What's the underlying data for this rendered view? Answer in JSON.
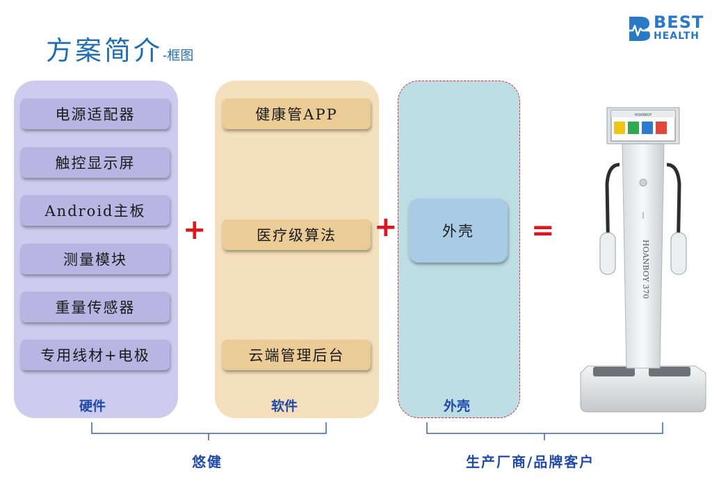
{
  "title": {
    "main": "方案简介",
    "sub": "-框图"
  },
  "logo": {
    "line1": "BEST",
    "line2": "HEALTH"
  },
  "hardware": {
    "items": [
      "电源适配器",
      "触控显示屏",
      "Android主板",
      "测量模块",
      "重量传感器",
      "专用线材+电极"
    ],
    "label": "硬件"
  },
  "software": {
    "items": [
      "健康管APP",
      "医疗级算法",
      "云端管理后台"
    ],
    "label": "软件"
  },
  "shell": {
    "box": "外壳",
    "label": "外壳"
  },
  "operators": {
    "plus1": "+",
    "plus2": "+",
    "equals": "="
  },
  "groups": {
    "left": "悠健",
    "right": "生产厂商/品牌客户"
  },
  "device": {
    "screen_brand": "HOANBOY",
    "column_text": "HOANBOY 370"
  },
  "colors": {
    "title": "#1f6fb0",
    "label_blue": "#2049a8",
    "operator_red": "#e0161f",
    "hardware_panel": "#ceccee",
    "software_panel": "#f3dfbb",
    "shell_panel": "#bcdde3"
  }
}
